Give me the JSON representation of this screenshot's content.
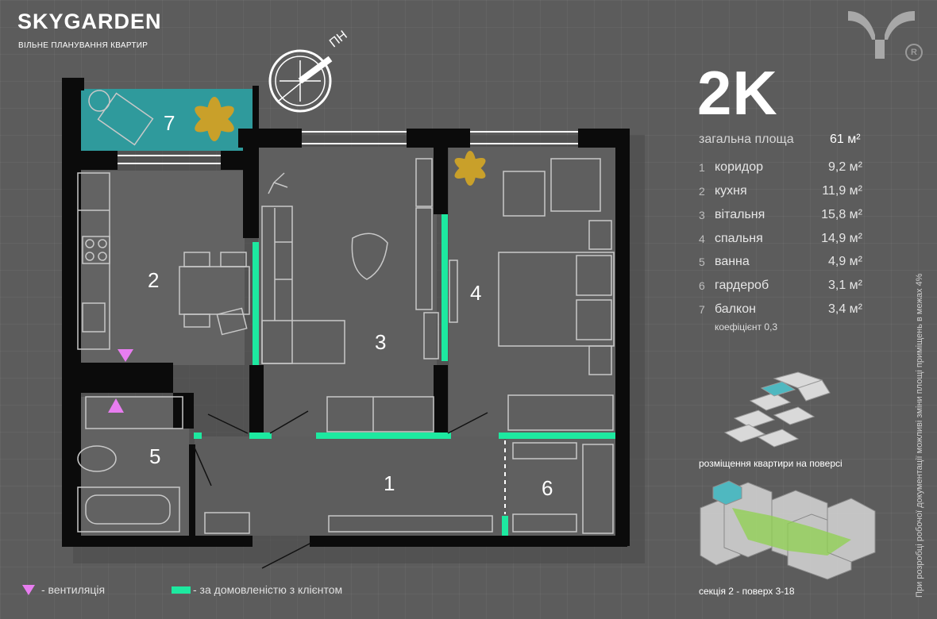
{
  "brand": {
    "name": "SKYGARDEN",
    "subtitle": "ВІЛЬНЕ ПЛАНУВАННЯ КВАРТИР"
  },
  "compass_label": "ПН",
  "apartment": {
    "type": "2K",
    "total_area_label": "загальна площа",
    "total_area_value": "61 м²",
    "rooms": [
      {
        "num": "1",
        "name": "коридор",
        "area": "9,2 м²"
      },
      {
        "num": "2",
        "name": "кухня",
        "area": "11,9 м²"
      },
      {
        "num": "3",
        "name": "вітальня",
        "area": "15,8 м²"
      },
      {
        "num": "4",
        "name": "спальня",
        "area": "14,9 м²"
      },
      {
        "num": "5",
        "name": "ванна",
        "area": "4,9 м²"
      },
      {
        "num": "6",
        "name": "гардероб",
        "area": "3,1 м²"
      },
      {
        "num": "7",
        "name": "балкон",
        "area": "3,4 м²"
      }
    ],
    "coefficient": "коефіцієнт 0,3"
  },
  "vertical_note": "При розробці робочої документації можливі зміни площі приміщень в межах 4%",
  "placement_caption": "розміщення квартири на поверсі",
  "section_caption": "секція 2 - поверх 3-18",
  "legend": {
    "vent_label": "- вентиляція",
    "green_label": "- за домовленістю з клієнтом"
  },
  "colors": {
    "accent_green": "#1de9a0",
    "vent_pink": "#e87df0",
    "balcony_teal": "#2f9a9c",
    "wall": "#0b0b0b",
    "floor": "#626262"
  }
}
